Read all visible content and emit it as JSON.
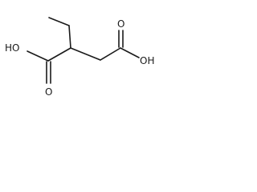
{
  "molecule": {
    "atoms": {
      "left_hydroxyl": "HO",
      "left_carbonyl_oxygen": "O",
      "right_hydroxyl": "OH",
      "right_carbonyl_oxygen": "O"
    }
  }
}
